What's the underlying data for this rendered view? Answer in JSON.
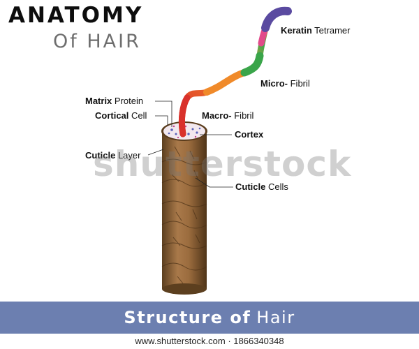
{
  "title": {
    "main": "ANATOMY",
    "sub": "Of HAIR"
  },
  "labels": {
    "keratin": {
      "bold": "Keratin",
      "rest": " Tetramer"
    },
    "micro": {
      "bold": "Micro-",
      "rest": " Fibril"
    },
    "matrix": {
      "bold": "Matrix",
      "rest": " Protein"
    },
    "cortical": {
      "bold": "Cortical",
      "rest": " Cell"
    },
    "macro": {
      "bold": "Macro-",
      "rest": " Fibril"
    },
    "cortex": {
      "bold": "Cortex",
      "rest": ""
    },
    "cuticle_layer": {
      "bold": "Cuticle",
      "rest": " Layer"
    },
    "cuticle_cells": {
      "bold": "Cuticle",
      "rest": " Cells"
    }
  },
  "watermark": "shutterstock",
  "banner": {
    "part1": "Structure of",
    "part2": "Hair"
  },
  "footer": "www.shutterstock.com · 1866340348",
  "colors": {
    "banner": "#6c7fb0",
    "shaft_dark": "#6b4a26",
    "shaft_light": "#b98a52",
    "macro_fibril": "#e0392f",
    "micro_fibril": "#f08a2a",
    "keratin": "#5a4aa0",
    "green_segment": "#3aa54a"
  }
}
